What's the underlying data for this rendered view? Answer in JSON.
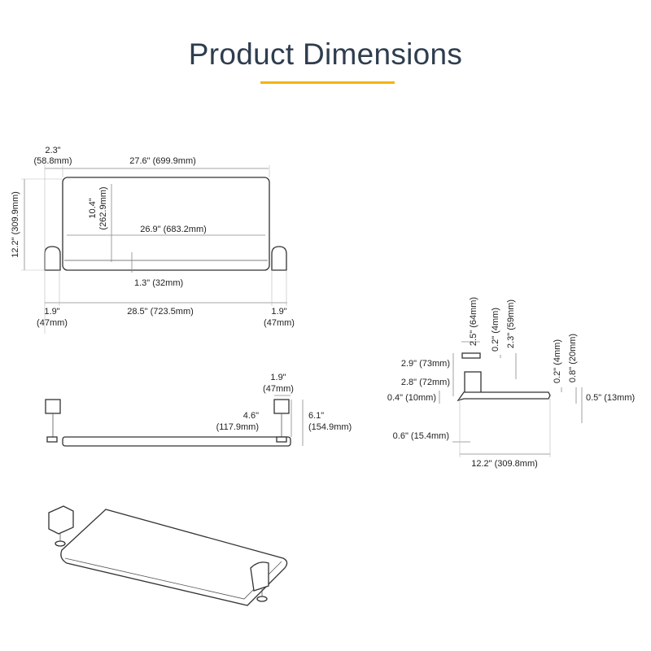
{
  "header": {
    "title": "Product Dimensions",
    "accent_color": "#f3b40f"
  },
  "top_view": {
    "clamp_offset": [
      "2.3\"",
      "(58.8mm)"
    ],
    "overall_width": "27.6\" (699.9mm)",
    "depth": "12.2\" (309.9mm)",
    "tray_depth": [
      "10.4\"",
      "(262.9mm)"
    ],
    "tray_width": "26.9\" (683.2mm)",
    "lip": "1.3\" (32mm)",
    "left_clamp": [
      "1.9\"",
      "(47mm)"
    ],
    "span": "28.5\" (723.5mm)",
    "right_clamp": [
      "1.9\"",
      "(47mm)"
    ]
  },
  "front_view": {
    "clamp_width": [
      "1.9\"",
      "(47mm)"
    ],
    "clamp_height": [
      "4.6\"",
      "(117.9mm)"
    ],
    "total_height": [
      "6.1\"",
      "(154.9mm)"
    ]
  },
  "side_view": {
    "clamp_depth": "2.5\" (64mm)",
    "jaw": "0.2\" (4mm)",
    "jaw_depth": "2.3\" (59mm)",
    "upper_height": "2.9\" (73mm)",
    "lower_height": "2.8\" (72mm)",
    "base": "0.4\" (10mm)",
    "lip_thickness": "0.2\" (4mm)",
    "lip_height": "0.8\" (20mm)",
    "tray_thickness": "0.5\" (13mm)",
    "offset": "0.6\" (15.4mm)",
    "tray_depth": "12.2\" (309.8mm)"
  }
}
